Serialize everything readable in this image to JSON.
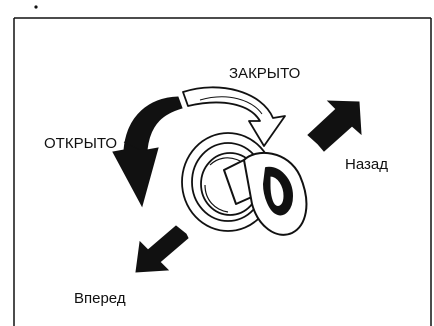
{
  "labels": {
    "closed": "ЗАКРЫТО",
    "open": "ОТКРЫТО",
    "back": "Назад",
    "forward": "Вперед"
  },
  "icons": [
    "lock-cylinder-icon",
    "key-icon",
    "arrow-closed-rotation-icon",
    "arrow-open-rotation-icon",
    "arrow-back-icon",
    "arrow-forward-icon"
  ],
  "colors": {
    "ink": "#111111",
    "paper": "#ffffff"
  }
}
